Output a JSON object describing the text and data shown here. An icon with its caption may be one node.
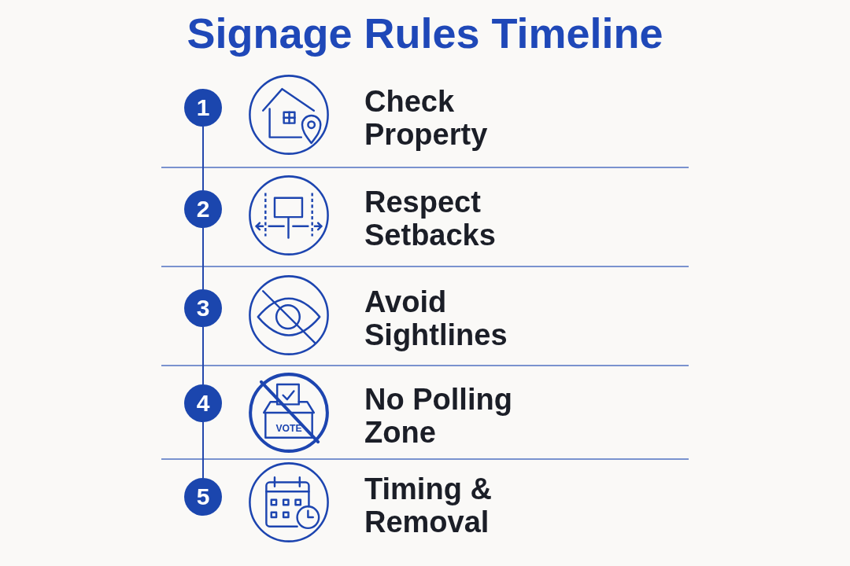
{
  "diagram": {
    "title": "Signage Rules Timeline",
    "nodes": [
      {
        "text": [
          "1"
        ]
      },
      {
        "text": [],
        "shape": "picture",
        "beside": [
          "Check Property"
        ]
      },
      {
        "text": [
          "2"
        ]
      },
      {
        "text": [],
        "shape": "picture",
        "beside": [
          "Respect Setbacks"
        ]
      },
      {
        "text": [
          "3"
        ]
      },
      {
        "text": [],
        "shape": "picture",
        "beside": [
          "Avoid Sightlines"
        ]
      },
      {
        "text": [
          "4"
        ]
      },
      {
        "text": [],
        "shape": "picture",
        "beside": [
          "No Polling Zone"
        ]
      },
      {
        "text": [
          "5"
        ]
      },
      {
        "text": [],
        "shape": "picture",
        "beside": [
          "Timing & Removal"
        ]
      }
    ],
    "edges": [
      {
        "from": 0,
        "to": 2,
        "arrow": "none"
      },
      {
        "from": 2,
        "to": 4,
        "arrow": "none"
      },
      {
        "from": 4,
        "to": 6,
        "arrow": "none"
      },
      {
        "from": 6,
        "to": 8,
        "arrow": "none"
      }
    ],
    "labels": [
      "VOTE"
    ]
  }
}
